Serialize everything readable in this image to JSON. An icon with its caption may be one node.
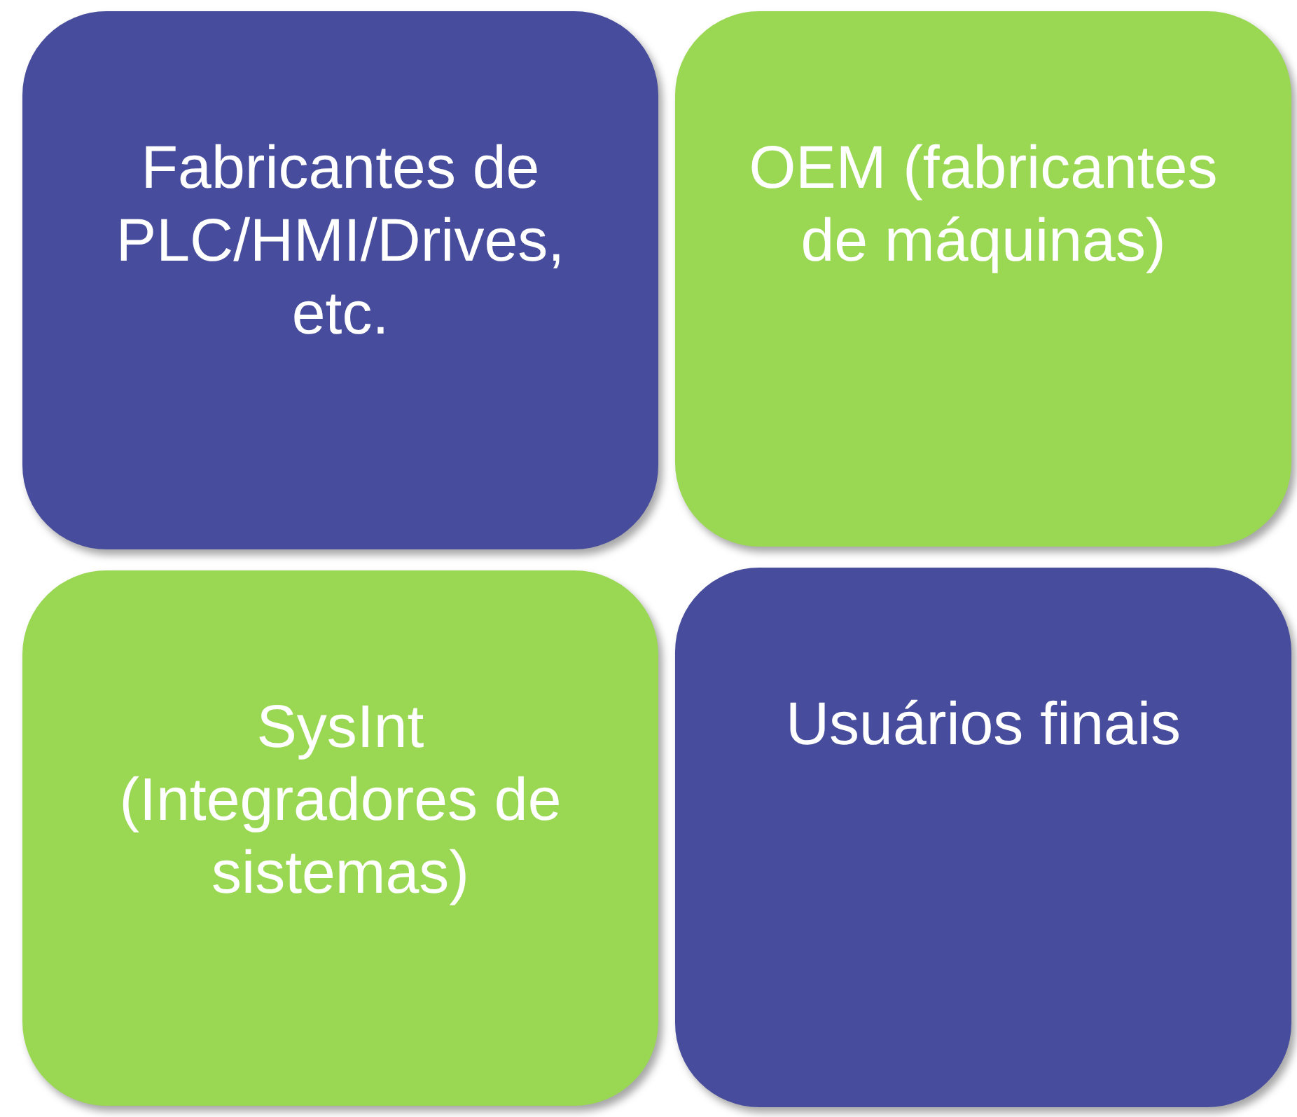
{
  "diagram": {
    "nodes": [
      {
        "text": [
          "Fabricantes de PLC/HMI/Drives, etc."
        ]
      },
      {
        "text": [
          "OEM (fabricantes de máquinas)"
        ]
      },
      {
        "text": [
          "SysInt (Integradores de sistemas)"
        ]
      },
      {
        "text": [
          "Usuários finais"
        ]
      }
    ]
  }
}
